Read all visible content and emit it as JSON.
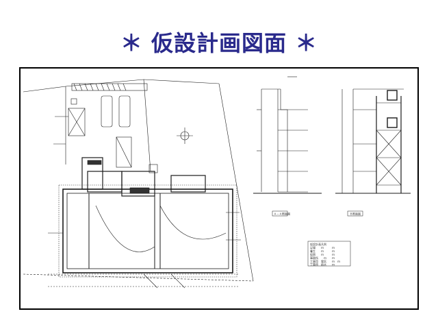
{
  "title": {
    "prefix": "＊",
    "text": "仮設計画図面",
    "suffix": "＊"
  },
  "drawing": {
    "elevation_left_label": "Ａ－Ａ断面図",
    "elevation_right_label": "Ｂ断面図",
    "legend_title": "仮設計画凡例",
    "legend_lines": [
      "足場　　ｍ　　　ｍ",
      "養生　　ｍ　　　ｍ",
      "仮囲　　ｍ　　　ｍ",
      "事務所　　ｍ　　ｍ",
      "工事用　電気　　ｍ　ｍ",
      "工事用　給水　　ｍ"
    ],
    "colors": {
      "ink": "#1a1a1a",
      "title": "#2a2a8c"
    }
  }
}
